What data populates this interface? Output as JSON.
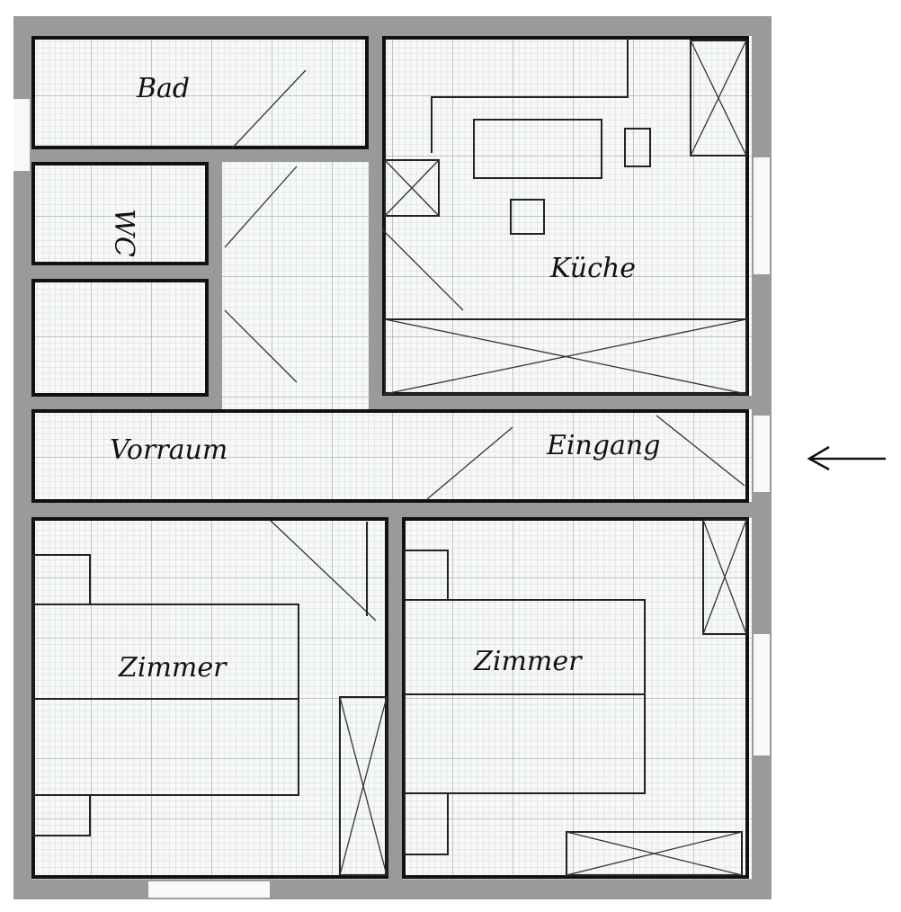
{
  "rooms": {
    "bad": "Bad",
    "wc": "WC",
    "kueche": "Küche",
    "vorraum": "Vorraum",
    "eingang": "Eingang",
    "zimmer_left": "Zimmer",
    "zimmer_right": "Zimmer"
  },
  "colors": {
    "wall": "#9a9a9a",
    "grid_minor": "#c8d0d0",
    "grid_major": "#8a8f8f",
    "ink": "#111111"
  }
}
